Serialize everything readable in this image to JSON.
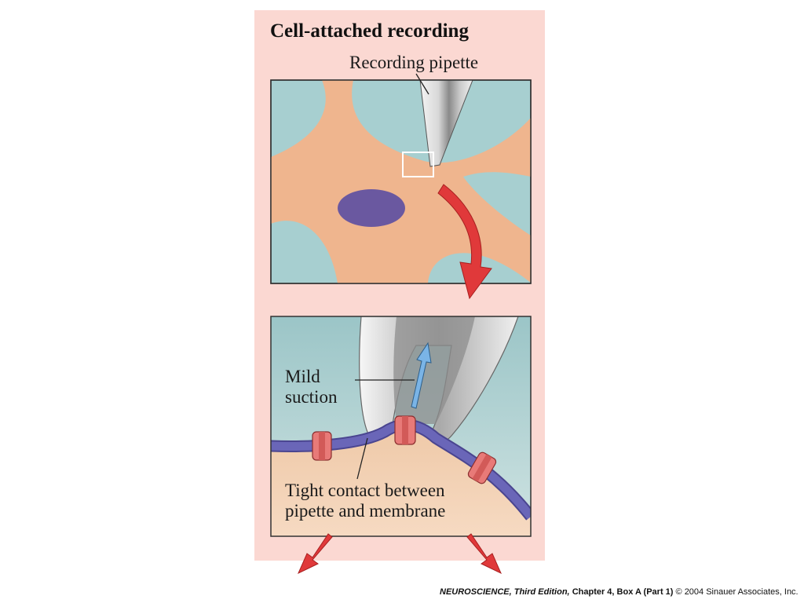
{
  "title": "Cell-attached recording",
  "labels": {
    "recording_pipette": "Recording pipette",
    "mild_suction_line1": "Mild",
    "mild_suction_line2": "suction",
    "tight_contact_line1": "Tight contact between",
    "tight_contact_line2": "pipette and membrane"
  },
  "caption": {
    "book": "NEUROSCIENCE, Third Edition,",
    "chapter": "Chapter 4, Box A (Part 1)",
    "copyright": "© 2004 Sinauer Associates, Inc."
  },
  "colors": {
    "panel_bg": "#fbd8d2",
    "extracellular": "#9dc7c8",
    "cell_body": "#efb58e",
    "nucleus": "#6a58a0",
    "membrane": "#6460b0",
    "channel": "#e87a78",
    "arrow": "#e0393a",
    "suction_arrow": "#7ab4e6"
  }
}
